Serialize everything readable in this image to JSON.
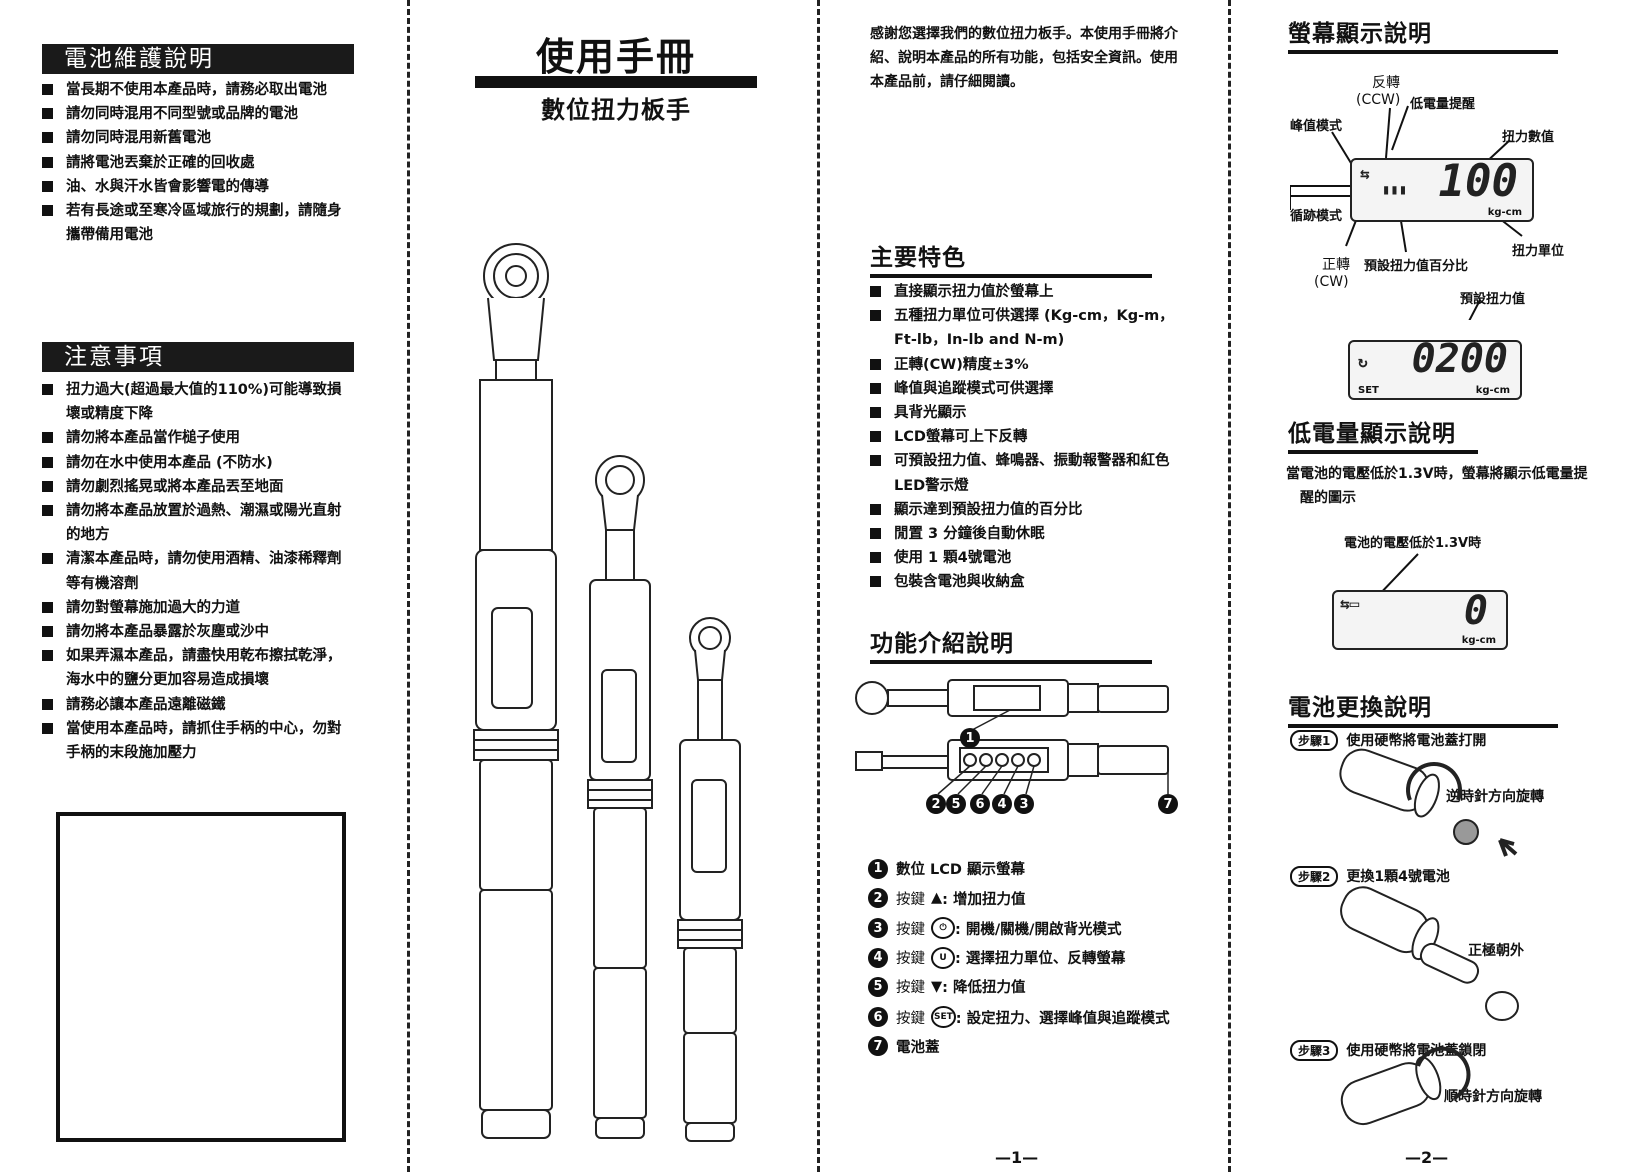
{
  "battery_care": {
    "title": "電池維護說明",
    "items": [
      "當長期不使用本產品時，請務必取出電池",
      "請勿同時混用不同型號或品牌的電池",
      "請勿同時混用新舊電池",
      "請將電池丟棄於正確的回收處",
      "油、水與汗水皆會影響電的傳導",
      "若有長途或至寒冷區域旅行的規劃，請隨身攜帶備用電池"
    ]
  },
  "cautions": {
    "title": "注意事項",
    "items": [
      "扭力過大(超過最大值的110%)可能導致損壞或精度下降",
      "請勿將本產品當作槌子使用",
      "請勿在水中使用本產品 (不防水)",
      "請勿劇烈搖晃或將本產品丟至地面",
      "請勿將本產品放置於過熱、潮濕或陽光直射的地方",
      "清潔本產品時，請勿使用酒精、油漆稀釋劑等有機溶劑",
      "請勿對螢幕施加過大的力道",
      "請勿將本產品暴露於灰塵或沙中",
      "如果弄濕本產品，請盡快用乾布擦拭乾淨，海水中的鹽分更加容易造成損壞",
      "請務必讓本產品遠離磁鐵",
      "當使用本產品時，請抓住手柄的中心，勿對手柄的末段施加壓力"
    ]
  },
  "cover": {
    "title": "使用手冊",
    "subtitle": "數位扭力板手"
  },
  "intro": {
    "text": "感謝您選擇我們的數位扭力板手。本使用手冊將介紹、說明本產品的所有功能，包括安全資訊。使用本產品前，請仔細閱讀。"
  },
  "features": {
    "title": "主要特色",
    "items": [
      "直接顯示扭力值於螢幕上",
      "五種扭力單位可供選擇 (Kg-cm，Kg-m，Ft-lb，In-lb and N-m)",
      "正轉(CW)精度±3%",
      "峰值與追蹤模式可供選擇",
      "具背光顯示",
      "LCD螢幕可上下反轉",
      "可預設扭力值、蜂鳴器、振動報警器和紅色LED警示燈",
      "顯示達到預設扭力值的百分比",
      "閒置 3 分鐘後自動休眠",
      "使用 1 顆4號電池",
      "包裝含電池與收納盒"
    ]
  },
  "functions": {
    "title": "功能介紹說明",
    "diagram_numbers": [
      "1",
      "2",
      "5",
      "6",
      "4",
      "3",
      "7"
    ],
    "items": [
      {
        "n": "1",
        "text": "數位 LCD 顯示螢幕"
      },
      {
        "n": "2",
        "prefix": "按鍵",
        "key": "▲",
        "text": ": 增加扭力值"
      },
      {
        "n": "3",
        "prefix": "按鍵",
        "key": "⏻",
        "text": ": 開機/關機/開啟背光模式"
      },
      {
        "n": "4",
        "prefix": "按鍵",
        "key": "U",
        "text": ": 選擇扭力單位、反轉螢幕"
      },
      {
        "n": "5",
        "prefix": "按鍵",
        "key": "▼",
        "text": ": 降低扭力值"
      },
      {
        "n": "6",
        "prefix": "按鍵",
        "key": "SET",
        "text": ": 設定扭力、選擇峰值與追蹤模式"
      },
      {
        "n": "7",
        "text": "電池蓋"
      }
    ]
  },
  "screen": {
    "title": "螢幕顯示說明",
    "labels": {
      "reverse": "反轉",
      "ccw": "(CCW)",
      "low_batt": "低電量提醒",
      "peak": "峰值模式",
      "torque_value": "扭力數值",
      "track": "循跡模式",
      "forward": "正轉",
      "cw": "(CW)",
      "preset_pct": "預設扭力值百分比",
      "torque_unit": "扭力單位",
      "preset_value": "預設扭力值"
    },
    "display1": {
      "value": "100",
      "unit": "kg-cm"
    },
    "display2": {
      "value": "0200",
      "unit": "kg-cm",
      "set": "SET"
    }
  },
  "low_battery": {
    "title": "低電量顯示說明",
    "text": "當電池的電壓低於1.3V時，螢幕將顯示低電量提醒的圖示",
    "callout": "電池的電壓低於1.3V時",
    "display": {
      "value": "0",
      "unit": "kg-cm"
    }
  },
  "battery_replace": {
    "title": "電池更換說明",
    "steps": [
      {
        "badge": "步驟1",
        "text": "使用硬幣將電池蓋打開",
        "note": "逆時針方向旋轉"
      },
      {
        "badge": "步驟2",
        "text": "更換1顆4號電池",
        "note": "正極朝外"
      },
      {
        "badge": "步驟3",
        "text": "使用硬幣將電池蓋鎖閉",
        "note": "順時針方向旋轉"
      }
    ]
  },
  "pages": {
    "p1": "—1—",
    "p2": "—2—"
  }
}
